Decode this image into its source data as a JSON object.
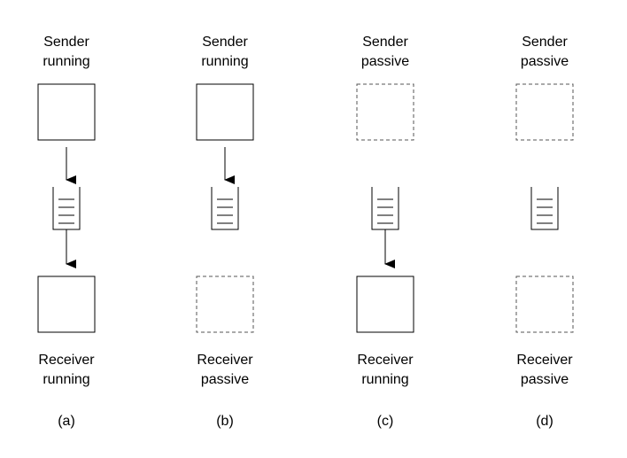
{
  "diagram": {
    "panels": [
      {
        "id": "a",
        "sender": {
          "line1": "Sender",
          "line2": "running",
          "state": "running"
        },
        "receiver": {
          "line1": "Receiver",
          "line2": "running",
          "state": "running"
        },
        "arrow_in": true,
        "arrow_out": true,
        "caption": "(a)"
      },
      {
        "id": "b",
        "sender": {
          "line1": "Sender",
          "line2": "running",
          "state": "running"
        },
        "receiver": {
          "line1": "Receiver",
          "line2": "passive",
          "state": "passive"
        },
        "arrow_in": true,
        "arrow_out": false,
        "caption": "(b)"
      },
      {
        "id": "c",
        "sender": {
          "line1": "Sender",
          "line2": "passive",
          "state": "passive"
        },
        "receiver": {
          "line1": "Receiver",
          "line2": "running",
          "state": "running"
        },
        "arrow_in": false,
        "arrow_out": true,
        "caption": "(c)"
      },
      {
        "id": "d",
        "sender": {
          "line1": "Sender",
          "line2": "passive",
          "state": "passive"
        },
        "receiver": {
          "line1": "Receiver",
          "line2": "passive",
          "state": "passive"
        },
        "arrow_in": false,
        "arrow_out": false,
        "caption": "(d)"
      }
    ]
  }
}
